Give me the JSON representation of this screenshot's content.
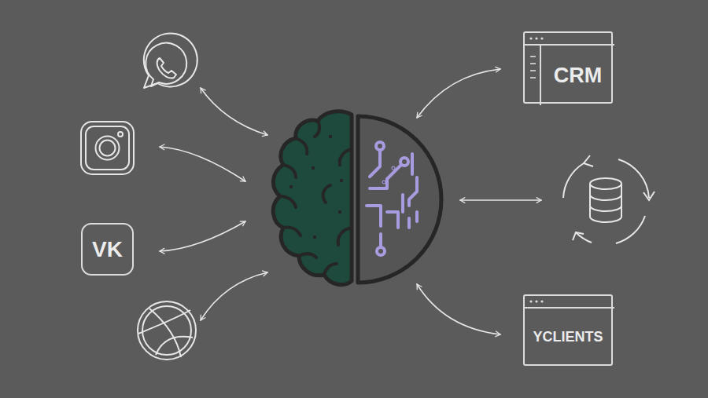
{
  "diagram": {
    "nodes": [
      {
        "text": [
          "CRM"
        ]
      },
      {
        "text": [
          "VK"
        ]
      },
      {
        "text": [
          "YCLIENTS"
        ]
      }
    ]
  }
}
